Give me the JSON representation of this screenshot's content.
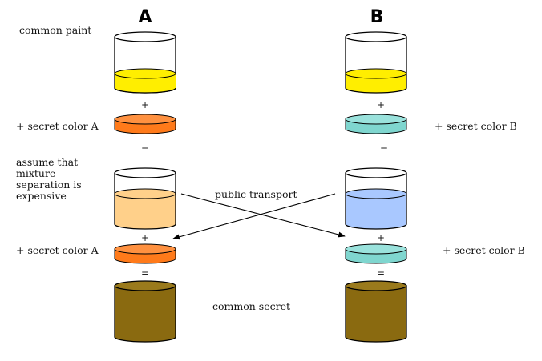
{
  "headers": {
    "a": "A",
    "b": "B"
  },
  "labels": {
    "common_paint": "common paint",
    "secret_a_top": "+ secret color  A",
    "secret_b_top": "+ secret color B",
    "assume_lines": [
      "assume that",
      "mixture",
      "separation is",
      "expensive"
    ],
    "public_transport": "public transport",
    "secret_a_bottom": "+ secret color  A",
    "secret_b_bottom": "+ secret color B",
    "common_secret": "common secret"
  },
  "operators": {
    "plus": "+",
    "equals": "="
  },
  "colors": {
    "common_paint": "#ffee00",
    "secret_a": "#ff7a1a",
    "secret_b": "#7fd6cf",
    "mixture_a": "#ffd08a",
    "mixture_b": "#a9c8ff",
    "common_secret": "#8a6a10"
  }
}
